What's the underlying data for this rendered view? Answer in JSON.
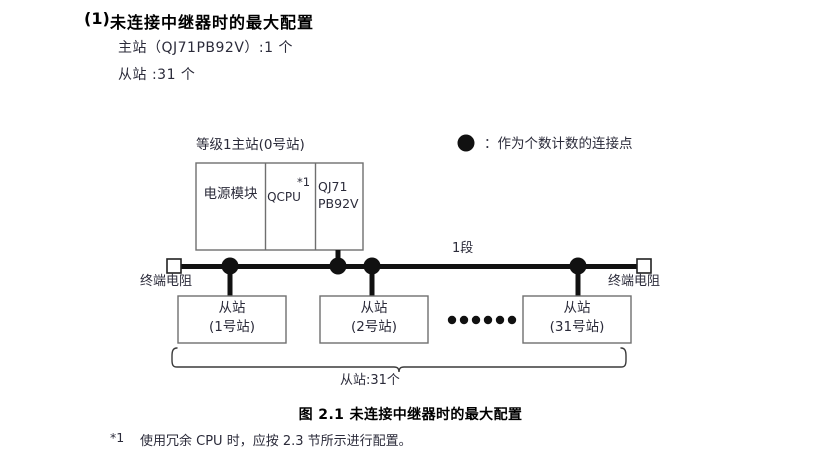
{
  "heading": {
    "number": "(1)",
    "title": "未连接中继器时的最大配置",
    "spec_master": "主站（QJ71PB92V）:1 个",
    "spec_slave": "从站 :31 个"
  },
  "figure": {
    "master_group_label": "等级1主站(0号站)",
    "master_modules": {
      "power_supply": "电源模块",
      "cpu": "QCPU",
      "cpu_footnote_mark": "*1",
      "network_module_line1": "QJ71",
      "network_module_line2": "PB92V"
    },
    "terminator_left": "终端电阻",
    "terminator_right": "终端电阻",
    "segment_label": "1段",
    "slaves": [
      {
        "name": "从站",
        "station": "(1号站)"
      },
      {
        "name": "从站",
        "station": "(2号站)"
      },
      {
        "name": "从站",
        "station": "(31号站)"
      }
    ],
    "ellipsis_dot_count": 6,
    "brace_label": "从站:31个",
    "legend": {
      "symbol": "●",
      "separator": "：",
      "text": "作为个数计数的连接点"
    },
    "colors": {
      "line": "#1a1a1a",
      "box_border": "#6b6b6b",
      "text": "#2b2b3a",
      "background": "#ffffff"
    }
  },
  "caption": "图 2.1  未连接中继器时的最大配置",
  "footnote": {
    "mark": "*1",
    "text": "使用冗余 CPU 时，应按 2.3 节所示进行配置。"
  }
}
